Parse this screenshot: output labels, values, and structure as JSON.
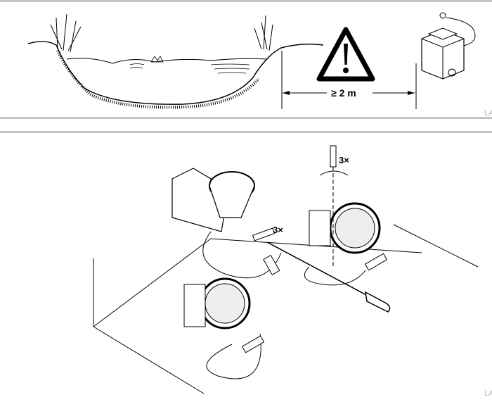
{
  "figure1": {
    "distance_label": "≥ 2 m",
    "code_label": "LA"
  },
  "figure2": {
    "screw_count_top": "3×",
    "screw_count_middle": "3×",
    "code_label": "LA"
  }
}
